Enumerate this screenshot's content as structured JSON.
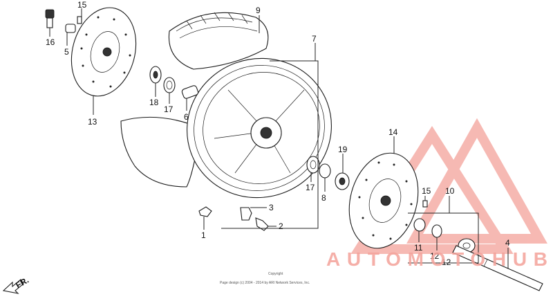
{
  "callouts": [
    {
      "id": "15a",
      "text": "15"
    },
    {
      "id": "16",
      "text": "16"
    },
    {
      "id": "5",
      "text": "5"
    },
    {
      "id": "9",
      "text": "9"
    },
    {
      "id": "7",
      "text": "7"
    },
    {
      "id": "18",
      "text": "18"
    },
    {
      "id": "17a",
      "text": "17"
    },
    {
      "id": "6",
      "text": "6"
    },
    {
      "id": "13",
      "text": "13"
    },
    {
      "id": "14",
      "text": "14"
    },
    {
      "id": "19",
      "text": "19"
    },
    {
      "id": "17b",
      "text": "17"
    },
    {
      "id": "8",
      "text": "8"
    },
    {
      "id": "3",
      "text": "3"
    },
    {
      "id": "2",
      "text": "2"
    },
    {
      "id": "1",
      "text": "1"
    },
    {
      "id": "15b",
      "text": "15"
    },
    {
      "id": "10",
      "text": "10"
    },
    {
      "id": "11",
      "text": "11"
    },
    {
      "id": "12a",
      "text": "12"
    },
    {
      "id": "12b",
      "text": "12"
    },
    {
      "id": "4",
      "text": "4"
    }
  ],
  "watermark": {
    "text": "AUTOMOTOHUB",
    "color": "#f4a29a"
  },
  "direction": {
    "text": "FR."
  },
  "copyright": {
    "line1": "Copyright",
    "line2": "Page design (c) 2004 - 2014 by ARI Network Services, Inc."
  },
  "colors": {
    "watermark": "#f4a29a",
    "ink": "#1a1a1a"
  }
}
